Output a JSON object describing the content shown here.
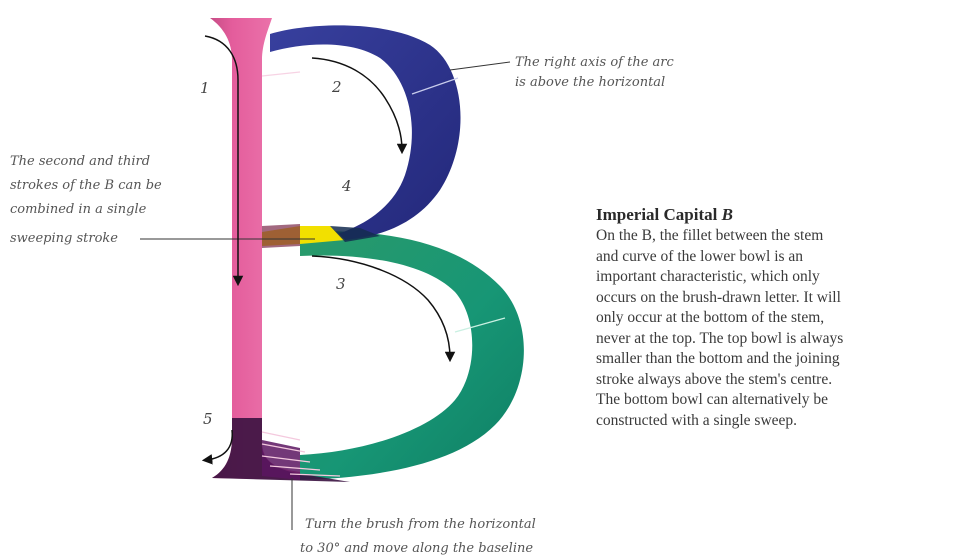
{
  "annotations": {
    "right_axis": [
      "The right axis of the arc",
      "is above the horizontal"
    ],
    "second_third": [
      "The second and third",
      "strokes of the B can be",
      "combined in a single",
      "sweeping stroke"
    ],
    "turn_brush": [
      "Turn the brush from the horizontal",
      "to 30° and move along the baseline"
    ]
  },
  "stroke_numbers": [
    "1",
    "2",
    "3",
    "4",
    "5"
  ],
  "article": {
    "title_prefix": "Imperial Capital ",
    "title_letter": "B",
    "lines": [
      "On the B, the fillet between the stem",
      "and curve of the lower bowl is an",
      "important characteristic, which only",
      "occurs on the brush-drawn letter. It will",
      "only occur at the bottom of the stem,",
      "never at the top. The top bowl is always",
      "smaller than the bottom and the joining",
      "stroke always above the stem's centre.",
      "The bottom bowl can alternatively be",
      "constructed with a single sweep."
    ]
  },
  "colors": {
    "stem": "#e45d9c",
    "top_bowl": "#2e3591",
    "bottom_bowl": "#1f9e72",
    "joint": "#f2e000",
    "dark_base": "#3a1240"
  }
}
